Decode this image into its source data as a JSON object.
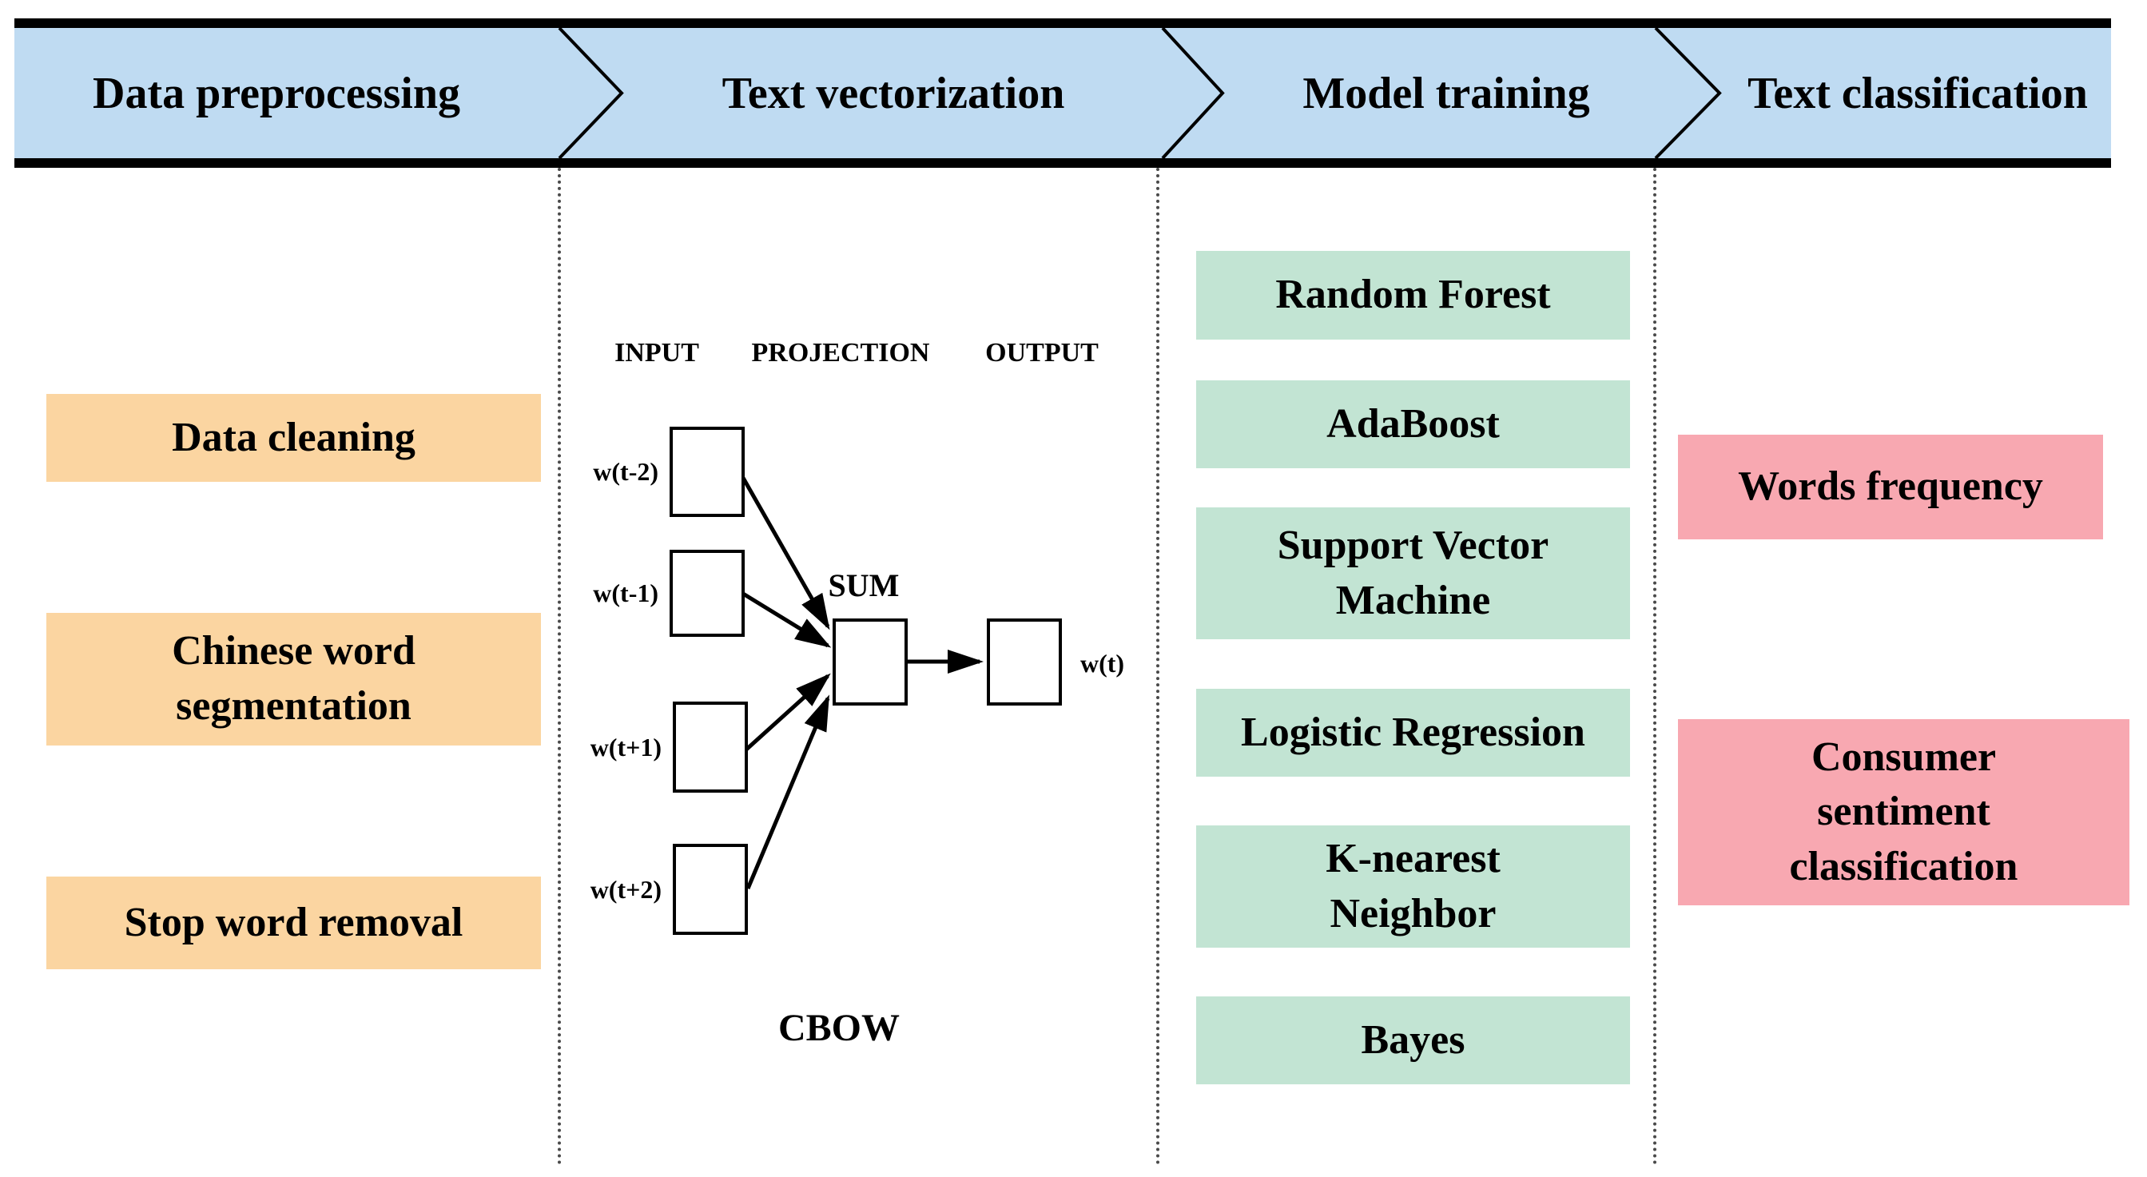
{
  "header": {
    "band_color": "#BFDBF2",
    "bar_color": "#000000",
    "stages": [
      {
        "label": "Data preprocessing"
      },
      {
        "label": "Text vectorization"
      },
      {
        "label": "Model training"
      },
      {
        "label": "Text classification"
      }
    ]
  },
  "preprocessing": {
    "color": "#FBD5A1",
    "items": [
      {
        "label": "Data cleaning"
      },
      {
        "label": "Chinese word segmentation"
      },
      {
        "label": "Stop word removal"
      }
    ]
  },
  "vectorization": {
    "layer_labels": {
      "input": "INPUT",
      "projection": "PROJECTION",
      "output": "OUTPUT"
    },
    "context_words": [
      {
        "label": "w(t-2)"
      },
      {
        "label": "w(t-1)"
      },
      {
        "label": "w(t+1)"
      },
      {
        "label": "w(t+2)"
      }
    ],
    "sum_label": "SUM",
    "target_word": "w(t)",
    "caption": "CBOW"
  },
  "training": {
    "color": "#C2E4D3",
    "items": [
      {
        "label": "Random Forest"
      },
      {
        "label": "AdaBoost"
      },
      {
        "label": "Support Vector Machine"
      },
      {
        "label": "Logistic Regression"
      },
      {
        "label": "K-nearest Neighbor"
      },
      {
        "label": "Bayes"
      }
    ]
  },
  "classification": {
    "color": "#F8A8B1",
    "items": [
      {
        "label": "Words frequency"
      },
      {
        "label": "Consumer sentiment classification"
      }
    ]
  }
}
